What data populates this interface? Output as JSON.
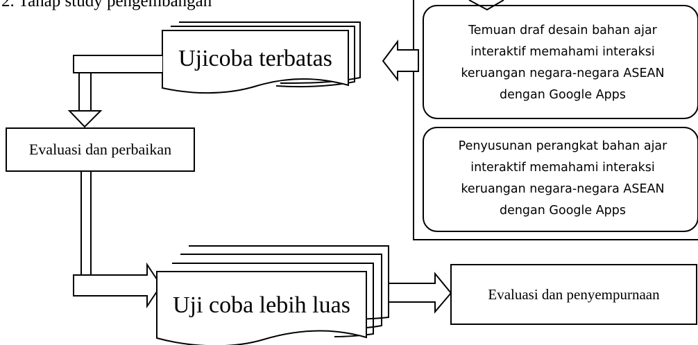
{
  "heading": "2. Tahap study pengembangan",
  "nodes": {
    "ujicoba_terbatas": "Ujicoba terbatas",
    "temuan_draf": "Temuan draf desain bahan ajar interaktif memahami interaksi keruangan negara-negara ASEAN dengan Google Apps",
    "evaluasi_perbaikan": "Evaluasi dan perbaikan",
    "penyusunan_perangkat": "Penyusunan perangkat bahan ajar interaktif memahami interaksi keruangan negara-negara ASEAN dengan Google Apps",
    "uji_coba_luas": "Uji coba lebih luas",
    "evaluasi_penyempurnaan": "Evaluasi dan penyempurnaan"
  }
}
